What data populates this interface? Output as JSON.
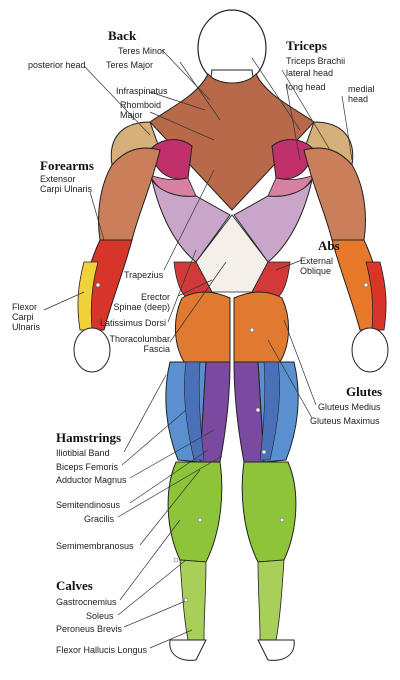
{
  "groups": {
    "back": "Back",
    "triceps": "Triceps",
    "forearms": "Forearms",
    "abs": "Abs",
    "glutes": "Glutes",
    "hamstrings": "Hamstrings",
    "calves": "Calves"
  },
  "labels": {
    "posterior_head": "posterior head",
    "teres_minor": "Teres Minor",
    "teres_major": "Teres Major",
    "infraspinatus": "Infraspinatus",
    "rhomboid_major": "Rhomboid Major",
    "triceps_brachii": "Triceps Brachii",
    "lateral_head": "lateral head",
    "long_head": "long head",
    "medial_head": "medial head",
    "extensor_carpi_ulnaris": "Extensor Carpi Ulnaris",
    "trapezius": "Trapezius",
    "erector_spinae": "Erector Spinae (deep)",
    "latissimus_dorsi": "Latissimus Dorsi",
    "thoracolumbar_fascia": "Thoracolumbar Fascia",
    "external_oblique": "External Oblique",
    "flexor_carpi_ulnaris": "Flexor Carpi Ulnaris",
    "gluteus_medius": "Gluteus Medius",
    "gluteus_maximus": "Gluteus Maximus",
    "iliotibial_band": "Iliotibial Band",
    "biceps_femoris": "Biceps Femoris",
    "adductor_magnus": "Adductor Magnus",
    "semitendinosus": "Semitendinosus",
    "gracilis": "Gracilis",
    "semimembranosus": "Semimembranosus",
    "gastrocnemius": "Gastrocnemius",
    "soleus": "Soleus",
    "peroneus_brevis": "Peroneus Brevis",
    "flexor_hallucis_longus": "Flexor Hallucis Longus"
  },
  "colors": {
    "skin": "#ffffff",
    "outline": "#222222",
    "back_muscle": "#b8694a",
    "trapezius": "#c7806a",
    "lats": "#c9a6c9",
    "deltoid": "#d6b07a",
    "infraspinatus_magenta": "#c0306a",
    "triceps": "#c9805a",
    "forearm_red": "#d8352a",
    "forearm_yellow": "#f2d23c",
    "forearm_orange": "#e8782a",
    "oblique_red": "#d23a3a",
    "gluteus": "#e07a30",
    "hamstring_blue": "#5a8fd0",
    "hamstring_purple": "#7a4aa0",
    "calf_green": "#8ec43a",
    "leader": "#333333"
  }
}
